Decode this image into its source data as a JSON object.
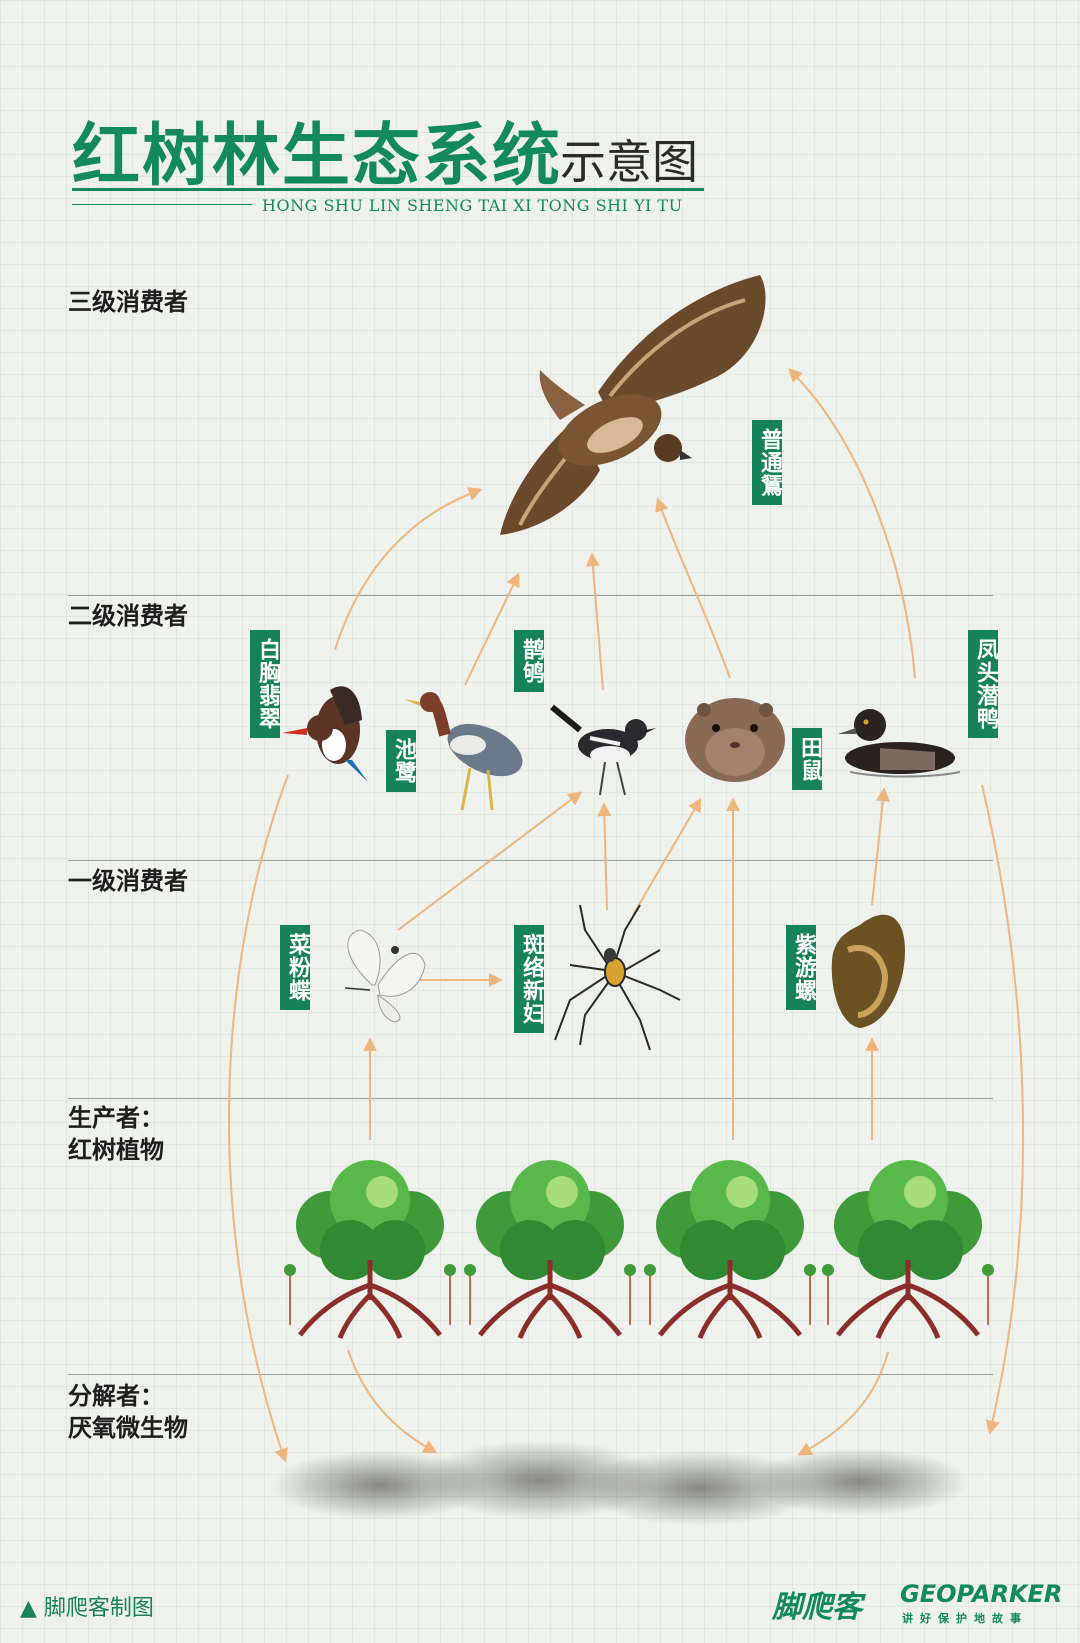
{
  "header": {
    "title": "红树林生态系统",
    "subtitle": "示意图",
    "pinyin": "HONG SHU LIN SHENG TAI XI TONG SHI YI TU"
  },
  "levels": {
    "tertiary": "三级消费者",
    "secondary": "二级消费者",
    "primary": "一级消费者",
    "producer_line1": "生产者：",
    "producer_line2": "红树植物",
    "decomposer_line1": "分解者：",
    "decomposer_line2": "厌氧微生物"
  },
  "organisms": {
    "buzzard": "普通鵟",
    "kingfisher": "白胸翡翠",
    "heron": "池鹭",
    "magpie_robin": "鹊鸲",
    "vole": "田鼠",
    "duck": "凤头潜鸭",
    "butterfly": "菜粉蝶",
    "spider": "斑络新妇",
    "snail": "紫游螺"
  },
  "footer": {
    "credit": "▲ 脚爬客制图",
    "logo1": "脚爬客",
    "logo2": "GEOPARKER",
    "logo2_sub": "讲好保护地故事"
  },
  "colors": {
    "accent": "#138a5a",
    "tag": "#16825a",
    "arrow": "#eeb57c"
  }
}
